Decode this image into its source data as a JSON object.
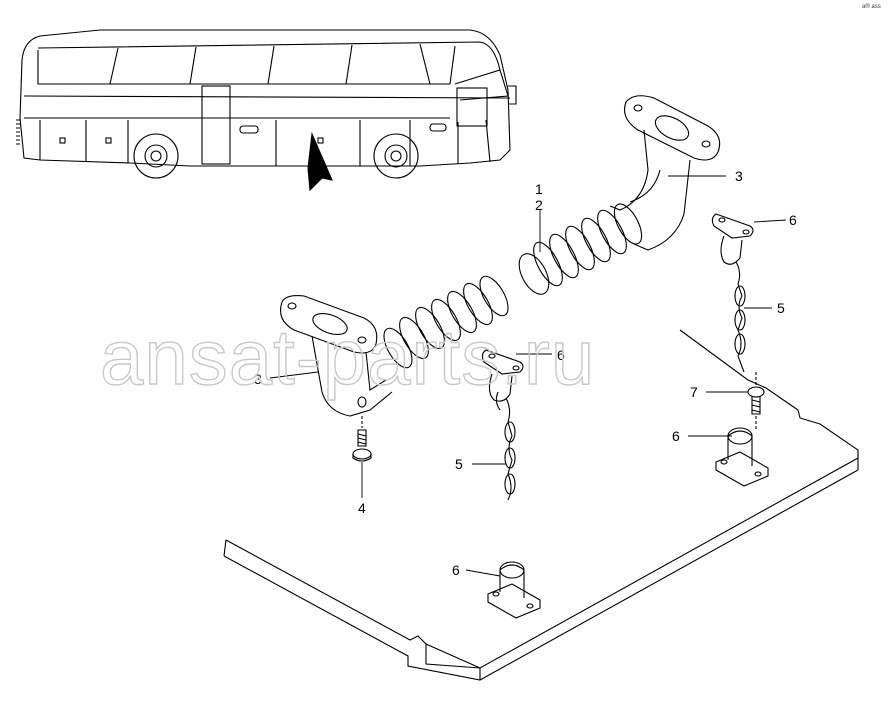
{
  "corner_mark": "a® ass",
  "watermark": "ansat-parts.ru",
  "callouts": {
    "c1": "1",
    "c2": "2",
    "c3_right": "3",
    "c3_left": "3",
    "c4": "4",
    "c5_right": "5",
    "c5_left": "5",
    "c6_top": "6",
    "c6_mid": "6",
    "c6_right": "6",
    "c6_bottom": "6",
    "c7": "7"
  },
  "colors": {
    "line": "#000000",
    "watermark": "#c9c9c9",
    "background": "#ffffff"
  }
}
